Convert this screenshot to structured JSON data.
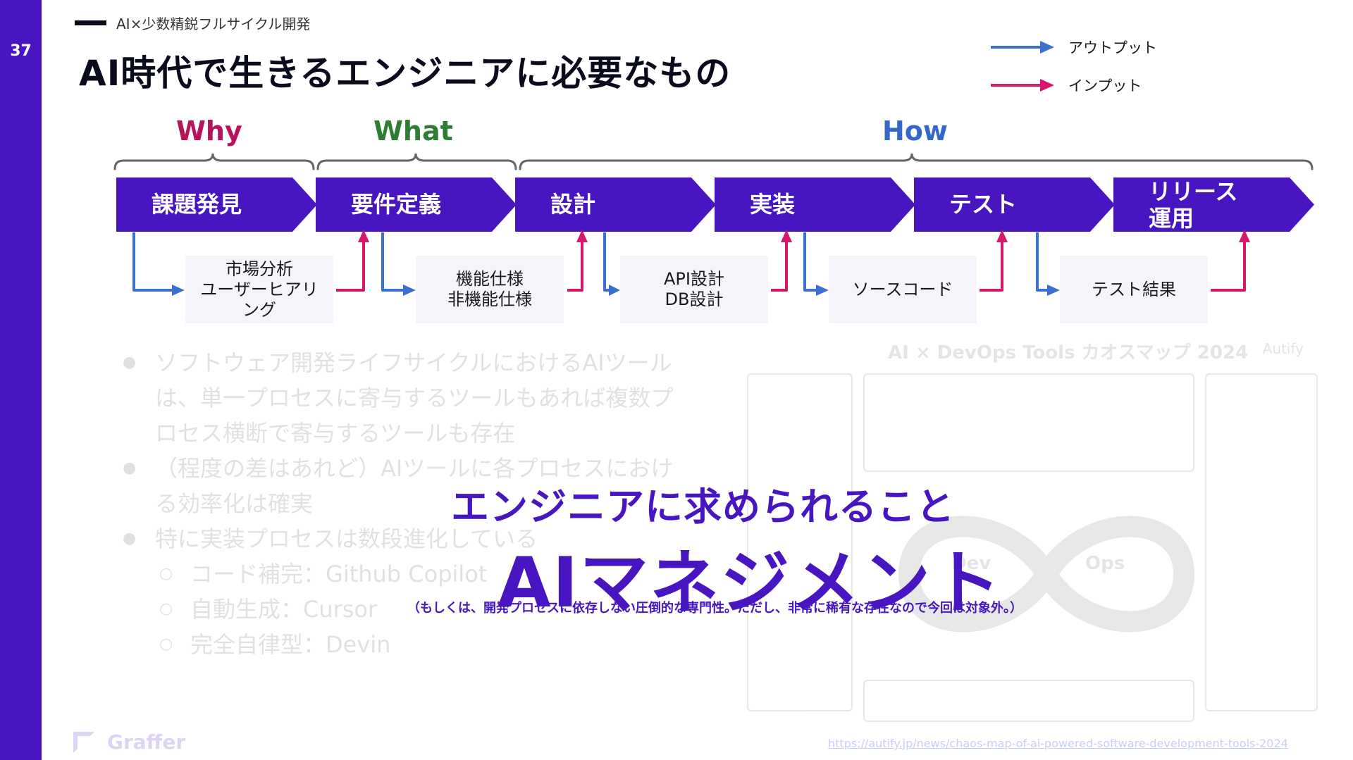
{
  "page": {
    "number": "37",
    "section": "AI×少数精鋭フルサイクル開発",
    "title": "AI時代で生きるエンジニアに必要なもの"
  },
  "legend": [
    {
      "label": "アウトプット",
      "color": "#3d6fce"
    },
    {
      "label": "インプット",
      "color": "#d6176a"
    }
  ],
  "phases": [
    {
      "label": "Why",
      "color": "#b8125a"
    },
    {
      "label": "What",
      "color": "#2e7d32"
    },
    {
      "label": "How",
      "color": "#3567c8"
    }
  ],
  "processes": [
    "課題発見",
    "要件定義",
    "設計",
    "実装",
    "テスト",
    "リリース\n運用"
  ],
  "artifacts": [
    "市場分析\nユーザーヒアリ\nング",
    "機能仕様\n非機能仕様",
    "API設計\nDB設計",
    "ソースコード",
    "テスト結果"
  ],
  "background_bullets": [
    {
      "level": 1,
      "text": "ソフトウェア開発ライフサイクルにおけるAIツール"
    },
    {
      "level": 1,
      "text": "は、単一プロセスに寄与するツールもあれば複数プ"
    },
    {
      "level": 1,
      "text": "ロセス横断で寄与するツールも存在"
    },
    {
      "level": 1,
      "text": "（程度の差はあれど）AIツールに各プロセスにおけ"
    },
    {
      "level": 1,
      "text": "る効率化は確実"
    },
    {
      "level": 1,
      "text": "特に実装プロセスは数段進化している"
    },
    {
      "level": 2,
      "text": "コード補完：Github Copilot"
    },
    {
      "level": 2,
      "text": "自動生成：Cursor"
    },
    {
      "level": 2,
      "text": "完全自律型：Devin"
    }
  ],
  "background_map": {
    "title": "AI × DevOps Tools カオスマップ 2024",
    "brand": "Autify",
    "dev": "Dev",
    "ops": "Ops"
  },
  "logo": "Graffer",
  "source_link": "https://autify.jp/news/chaos-map-of-ai-powered-software-development-tools-2024",
  "overlay": {
    "subtitle": "エンジニアに求められること",
    "headline": "AIマネジメント",
    "note": "（もしくは、開発プロセスに依存しない圧倒的な専門性。ただし、非常に稀有な存在なので今回は対象外。）"
  },
  "colors": {
    "brand": "#4716c1",
    "output_arrow": "#3d6fce",
    "input_arrow": "#d6176a"
  }
}
